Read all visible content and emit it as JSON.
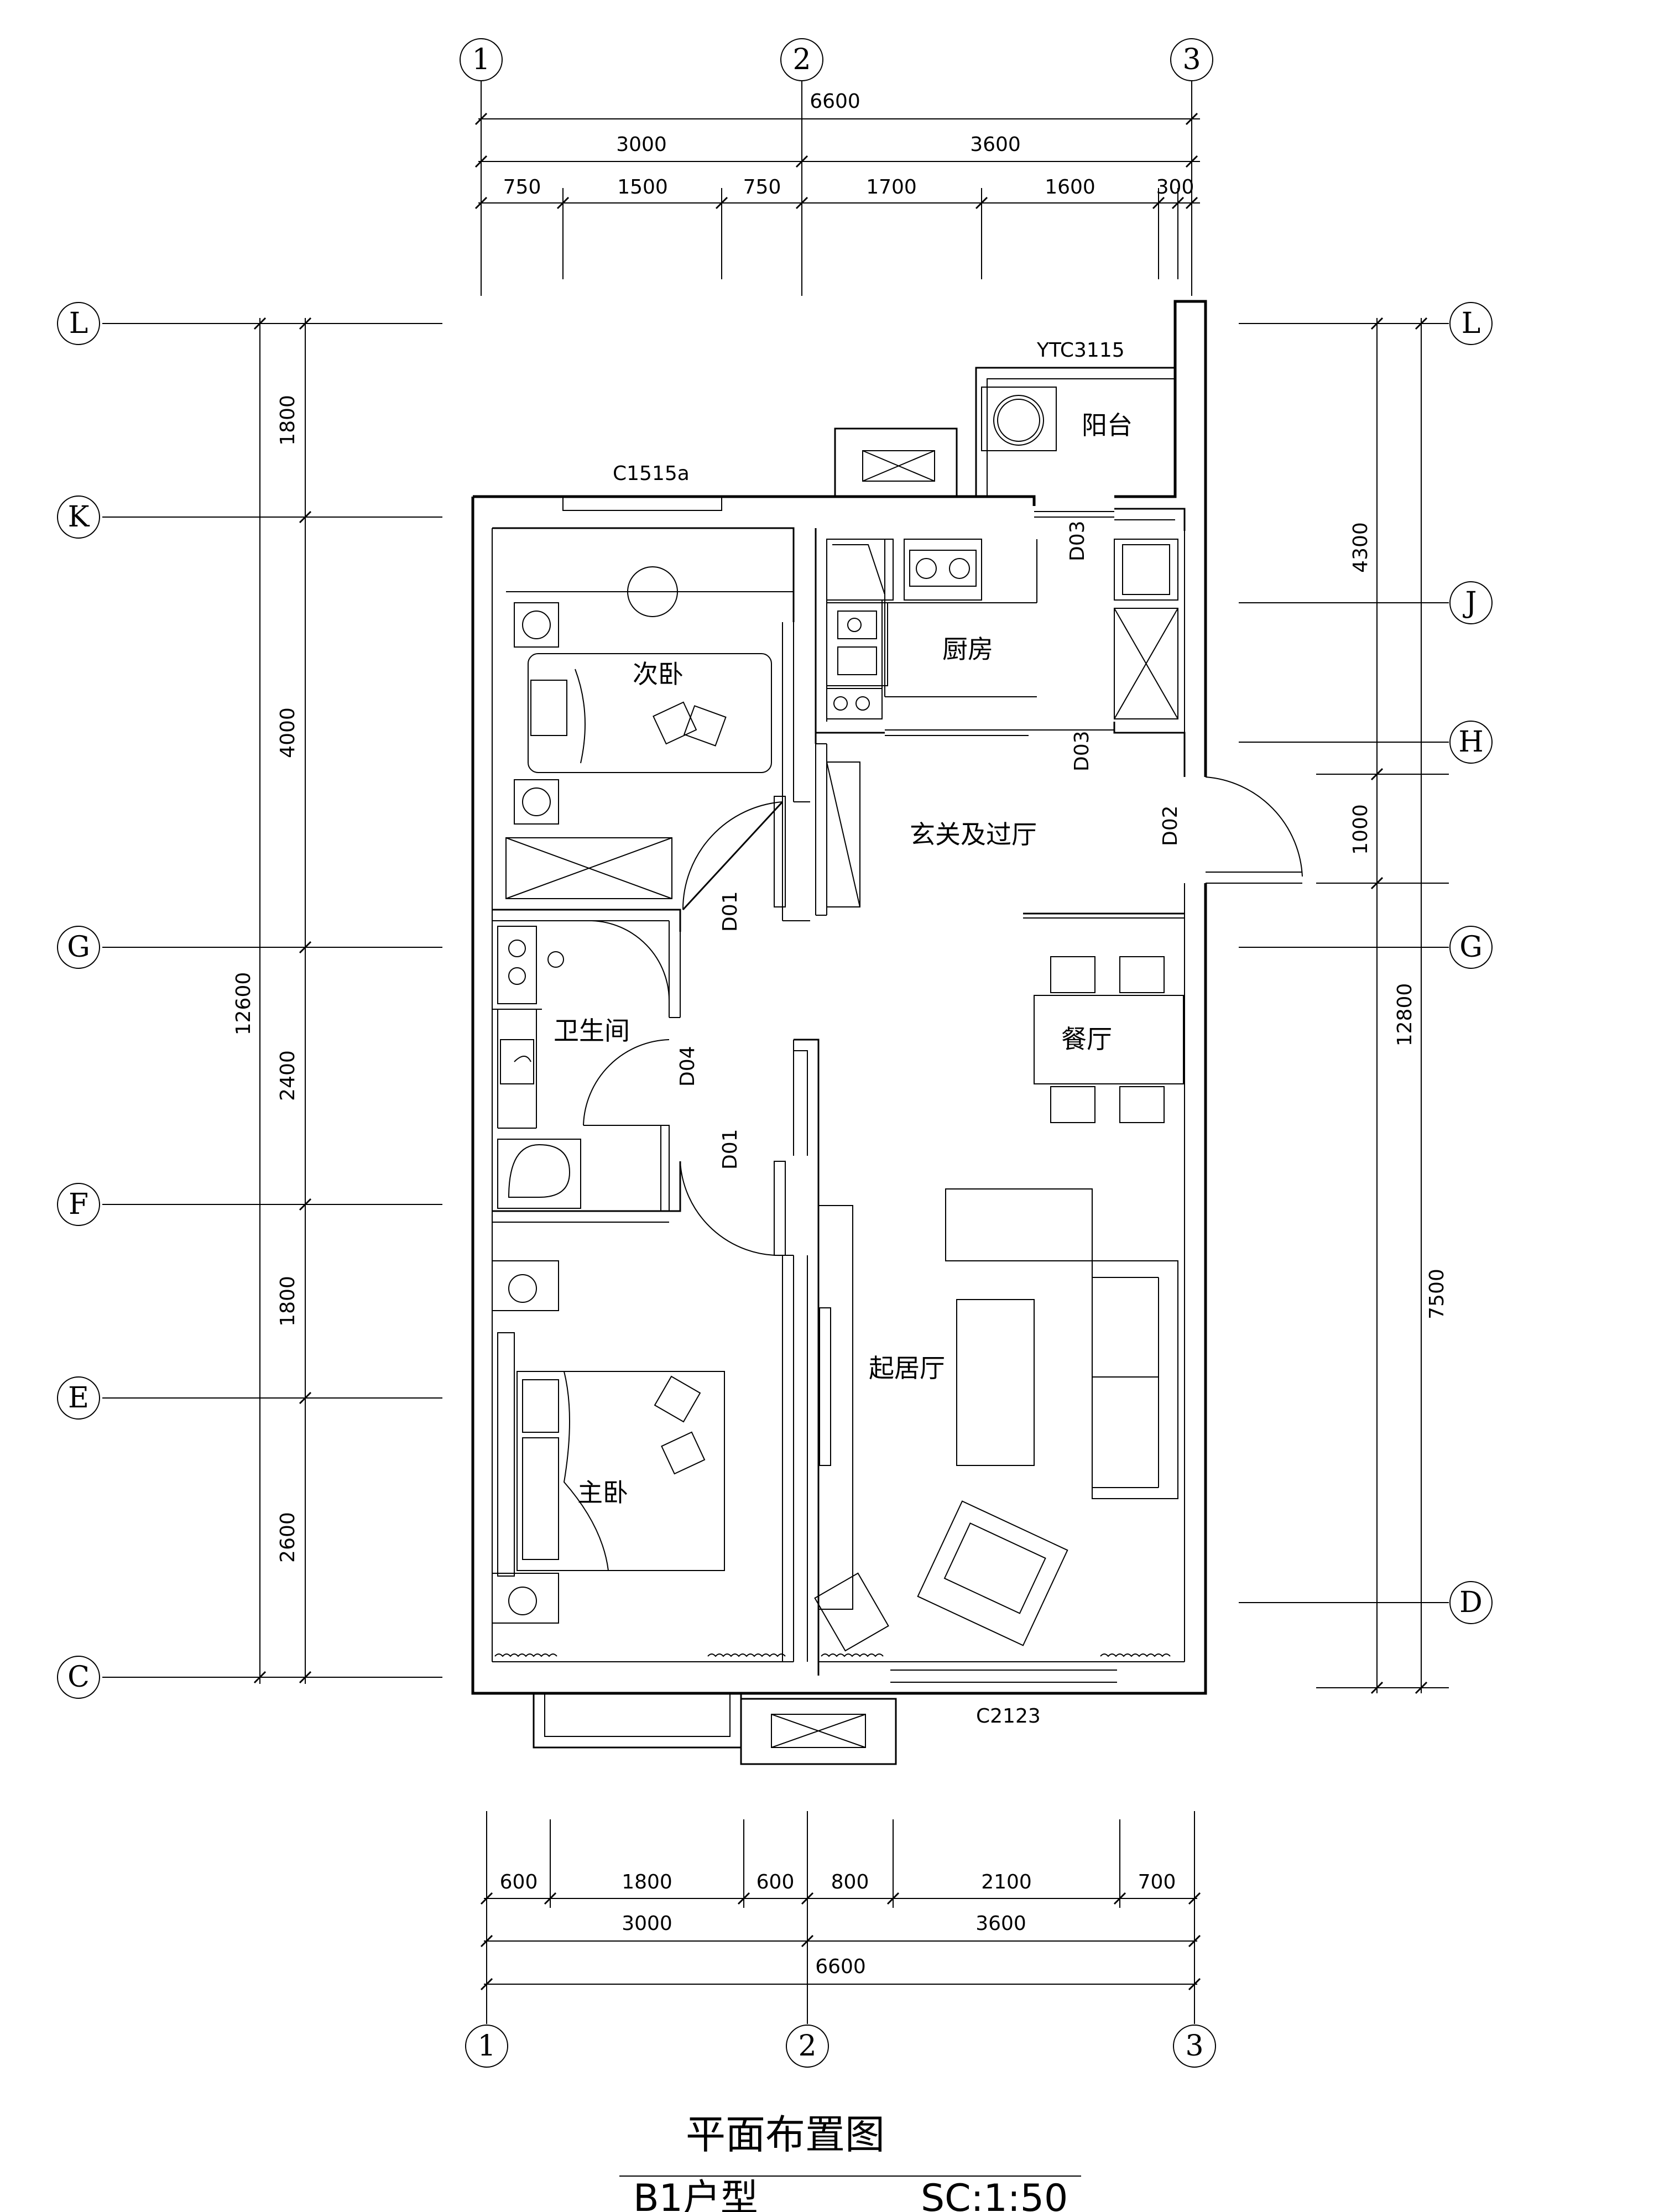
{
  "grid": {
    "cols": [
      "1",
      "2",
      "3"
    ],
    "rows": [
      "L",
      "K",
      "J",
      "H",
      "G",
      "F",
      "E",
      "D",
      "C"
    ]
  },
  "dims": {
    "top_total": "6600",
    "top_bays": [
      "3000",
      "3600"
    ],
    "top_detail": [
      "750",
      "1500",
      "750",
      "1700",
      "1600",
      "300"
    ],
    "left_total": "12600",
    "left_segments": [
      "1800",
      "4000",
      "2400",
      "1800",
      "2600"
    ],
    "right_total": "12800",
    "right_segments": [
      "4300",
      "1000",
      "7500"
    ],
    "bottom_total": "6600",
    "bottom_bays": [
      "3000",
      "3600"
    ],
    "bottom_detail": [
      "600",
      "1800",
      "600",
      "800",
      "2100",
      "700"
    ]
  },
  "openings": {
    "window_top": "C1515a",
    "balcony_window": "YTC3115",
    "window_bottom": "C2123",
    "doors": [
      "D01",
      "D01",
      "D02",
      "D03",
      "D03",
      "D04"
    ]
  },
  "rooms": {
    "balcony": "阳台",
    "kitchen": "厨房",
    "second_bedroom": "次卧",
    "foyer": "玄关及过厅",
    "bathroom": "卫生间",
    "dining": "餐厅",
    "living": "起居厅",
    "master_bedroom": "主卧"
  },
  "title": {
    "main": "平面布置图",
    "unit_type": "B1户型",
    "scale": "SC:1:50"
  }
}
